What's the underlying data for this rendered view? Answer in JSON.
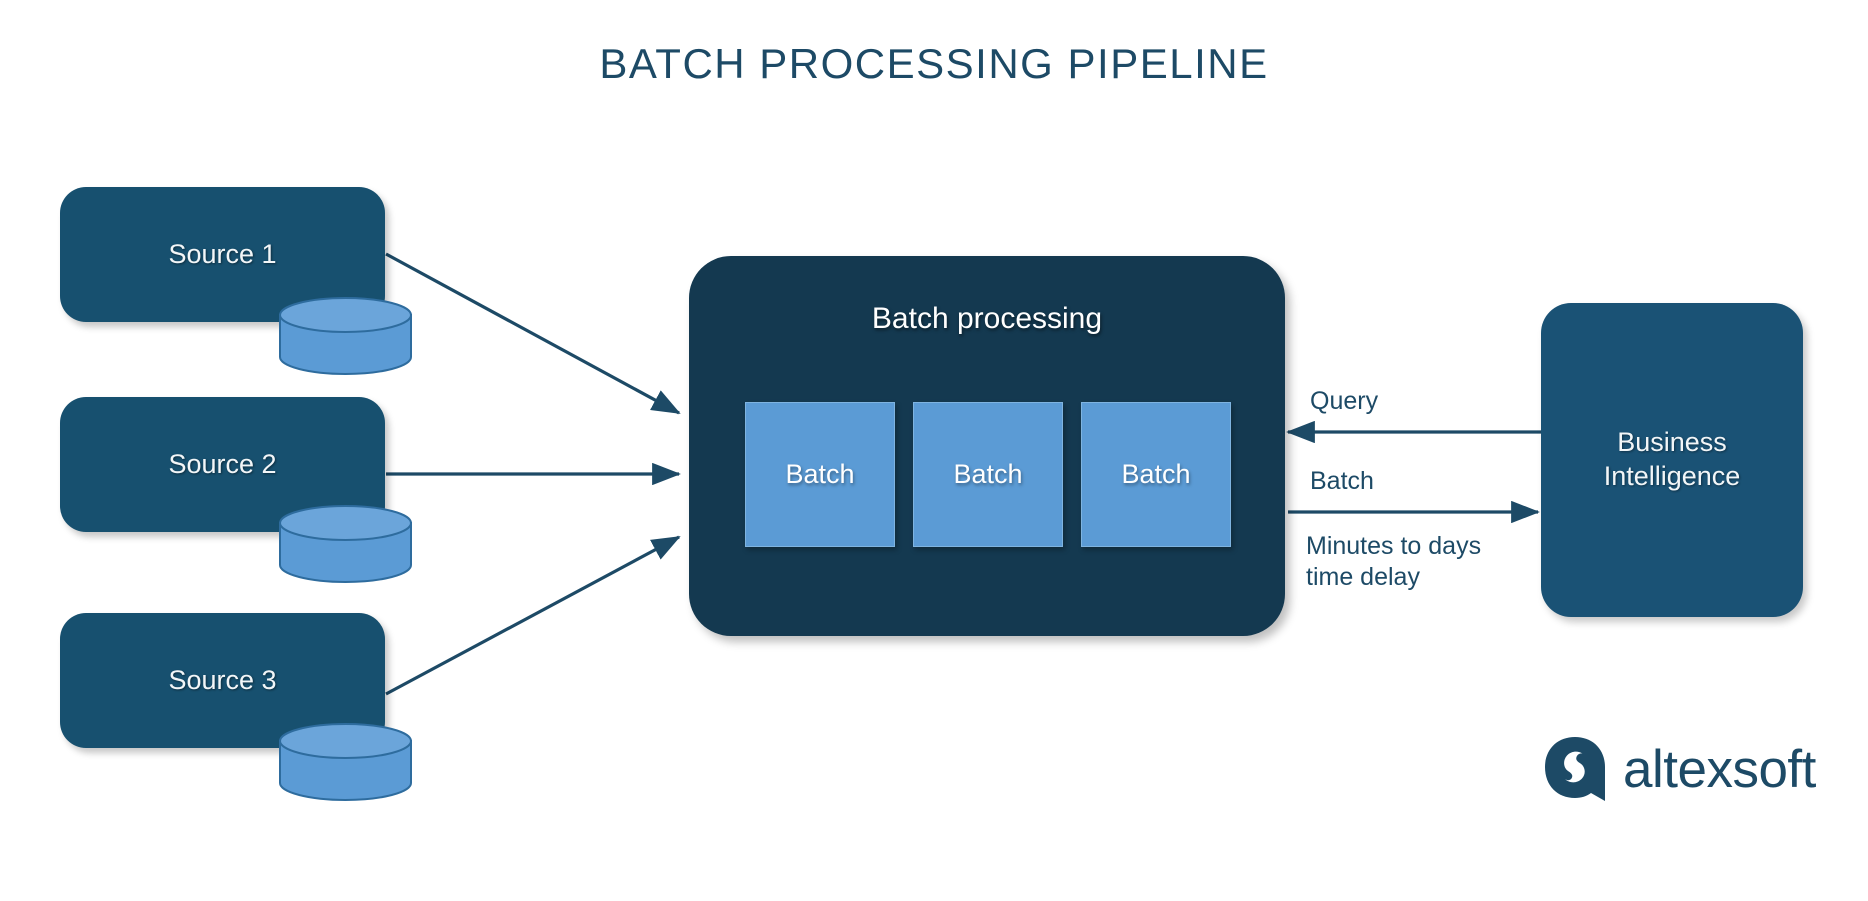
{
  "title": "BATCH PROCESSING PIPELINE",
  "colors": {
    "title_text": "#1d4a66",
    "source_fill": "#17506f",
    "processor_fill": "#143950",
    "batch_fill": "#5b9bd5",
    "bi_fill": "#1a5275",
    "edge_stroke": "#1d4a66",
    "cylinder_fill": "#5b9bd5",
    "cylinder_stroke": "#2e6c9e",
    "background": "#ffffff",
    "node_text": "#f2f6f8"
  },
  "sources": [
    {
      "label": "Source 1",
      "icon": "database-cylinder-icon"
    },
    {
      "label": "Source 2",
      "icon": "database-cylinder-icon"
    },
    {
      "label": "Source 3",
      "icon": "database-cylinder-icon"
    }
  ],
  "processor": {
    "title": "Batch processing",
    "batches": [
      {
        "label": "Batch"
      },
      {
        "label": "Batch"
      },
      {
        "label": "Batch"
      }
    ]
  },
  "consumer": {
    "label": "Business\nIntelligence"
  },
  "edges": {
    "query": "Query",
    "batch": "Batch",
    "delay": "Minutes to days\ntime delay"
  },
  "logo": {
    "wordmark": "altexsoft",
    "mark": "altexsoft-speech-bubble-icon"
  }
}
